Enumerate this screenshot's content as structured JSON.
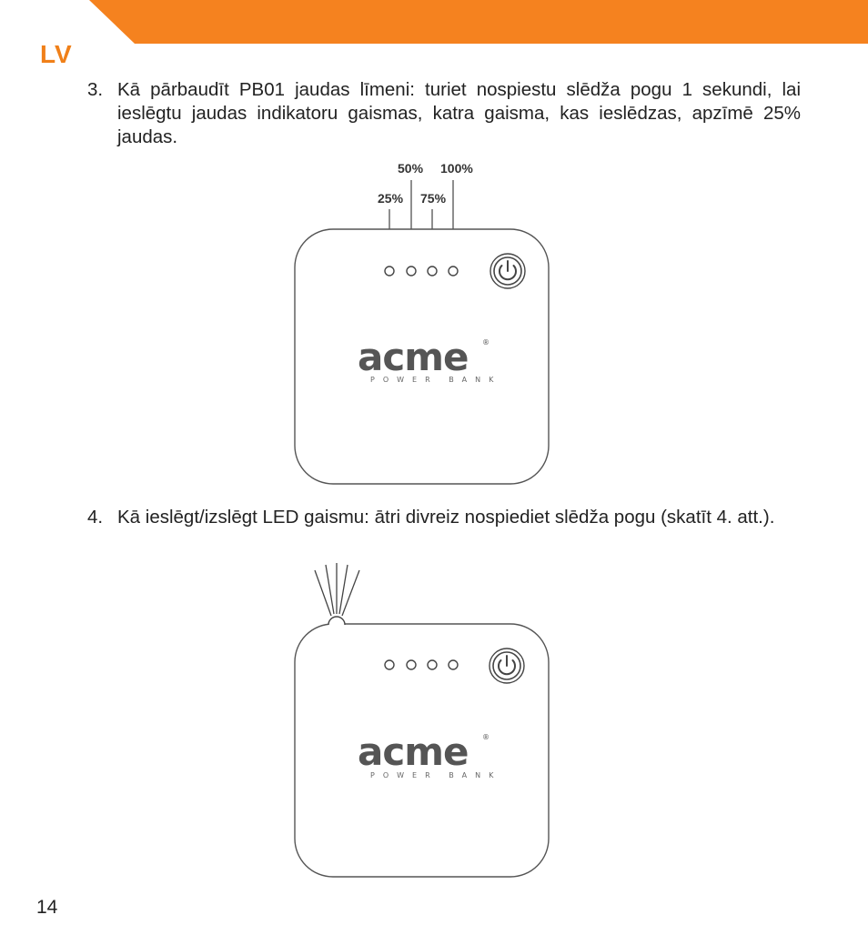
{
  "header": {
    "lang_code": "LV",
    "accent_color": "#f5821f"
  },
  "steps": [
    {
      "number": "3.",
      "text": "Kā pārbaudīt PB01 jaudas līmeni: turiet nospiestu slēdža pogu 1 sekundi, lai ieslēgtu jaudas indikatoru gaismas, katra gaisma, kas ieslēdzas, apzīmē 25% jaudas."
    },
    {
      "number": "4.",
      "text": "Kā ieslēgt/izslēgt LED gaismu: ātri divreiz nospiediet slēdža pogu (skatīt 4. att.)."
    }
  ],
  "figure1": {
    "labels": {
      "l25": "25%",
      "l50": "50%",
      "l75": "75%",
      "l100": "100%"
    },
    "brand": "acme",
    "reg_mark": "®",
    "subbrand": "POWER BANK"
  },
  "figure2": {
    "brand": "acme",
    "reg_mark": "®",
    "subbrand": "POWER BANK"
  },
  "footer": {
    "page_number": "14"
  }
}
